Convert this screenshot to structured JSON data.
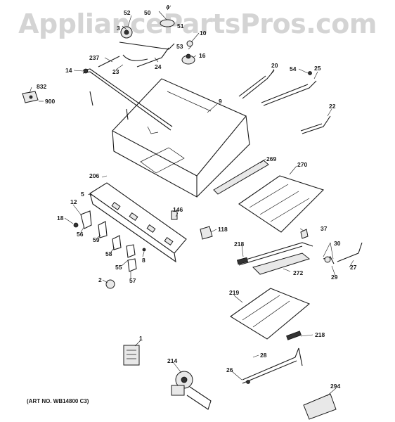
{
  "watermark": "AppliancePartsPros.com",
  "art_number": "(ART NO. WB14800 C3)",
  "labels": [
    "52",
    "50",
    "4",
    "3",
    "51",
    "10",
    "53",
    "16",
    "237",
    "23",
    "24",
    "14",
    "832",
    "900",
    "9",
    "20",
    "54",
    "25",
    "22",
    "206",
    "269",
    "270",
    "5",
    "146",
    "12",
    "18",
    "56",
    "59",
    "118",
    "37",
    "218",
    "30",
    "58",
    "8",
    "55",
    "27",
    "272",
    "29",
    "2",
    "57",
    "219",
    "218",
    "1",
    "28",
    "214",
    "26",
    "294"
  ]
}
